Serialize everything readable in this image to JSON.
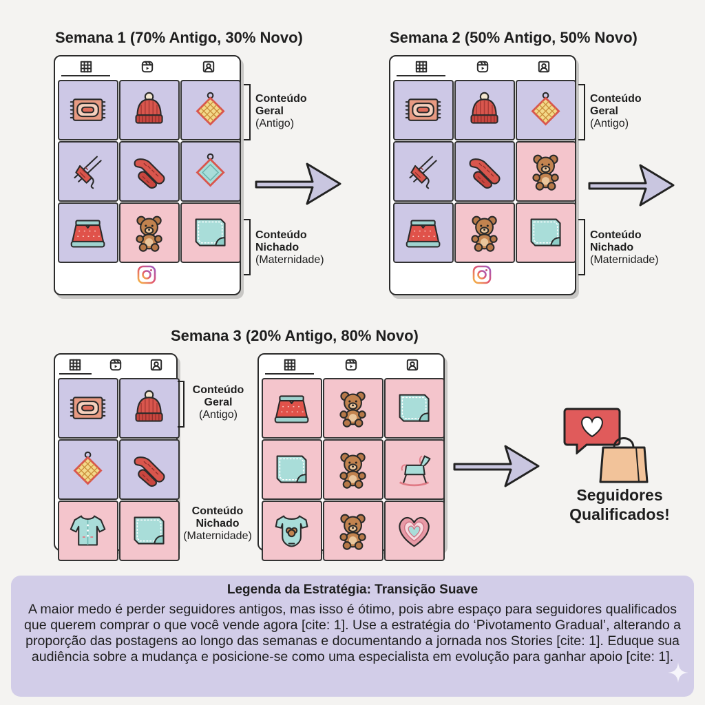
{
  "weeks": [
    {
      "title": "Semana 1 (70% Antigo, 30% Novo)"
    },
    {
      "title": "Semana 2 (50% Antigo, 50% Novo)"
    },
    {
      "title": "Semana 3 (20% Antigo, 80% Novo)"
    }
  ],
  "labels": {
    "general_line1": "Conteúdo",
    "general_line2": "Geral",
    "general_sub": "(Antigo)",
    "niche_line1": "Conteúdo",
    "niche_line2": "Nichado",
    "niche_sub": "(Maternidade)"
  },
  "phone_tabs": [
    "grid-icon",
    "reels-icon",
    "tagged-icon"
  ],
  "grids": {
    "w1": [
      {
        "item": "rug-icon",
        "tone": "old"
      },
      {
        "item": "beanie-icon",
        "tone": "old"
      },
      {
        "item": "potholder-icon",
        "tone": "old"
      },
      {
        "item": "knitting-needles-icon",
        "tone": "old"
      },
      {
        "item": "scarf-icon",
        "tone": "old"
      },
      {
        "item": "coaster-icon",
        "tone": "old"
      },
      {
        "item": "skirt-icon",
        "tone": "old"
      },
      {
        "item": "teddy-bear-icon",
        "tone": "new"
      },
      {
        "item": "baby-blanket-icon",
        "tone": "new"
      }
    ],
    "w2": [
      {
        "item": "rug-icon",
        "tone": "old"
      },
      {
        "item": "beanie-icon",
        "tone": "old"
      },
      {
        "item": "potholder-icon",
        "tone": "old"
      },
      {
        "item": "knitting-needles-icon",
        "tone": "old"
      },
      {
        "item": "scarf-icon",
        "tone": "old"
      },
      {
        "item": "teddy-bear-icon",
        "tone": "new"
      },
      {
        "item": "skirt-icon",
        "tone": "old"
      },
      {
        "item": "teddy-bear-icon",
        "tone": "new"
      },
      {
        "item": "baby-blanket-icon",
        "tone": "new"
      }
    ],
    "w3a": [
      {
        "item": "rug-icon",
        "tone": "old"
      },
      {
        "item": "beanie-icon",
        "tone": "old"
      },
      {
        "item": "potholder-icon",
        "tone": "old"
      },
      {
        "item": "scarf-icon",
        "tone": "old"
      },
      {
        "item": "baby-sweater-icon",
        "tone": "new"
      },
      {
        "item": "baby-blanket-icon",
        "tone": "new"
      }
    ],
    "w3b": [
      {
        "item": "skirt-icon",
        "tone": "new"
      },
      {
        "item": "teddy-bear-icon",
        "tone": "new"
      },
      {
        "item": "baby-blanket-icon",
        "tone": "new"
      },
      {
        "item": "baby-blanket-icon",
        "tone": "new"
      },
      {
        "item": "teddy-bear-icon",
        "tone": "new"
      },
      {
        "item": "rocking-horse-icon",
        "tone": "new"
      },
      {
        "item": "onesie-icon",
        "tone": "new"
      },
      {
        "item": "teddy-bear-icon",
        "tone": "new"
      },
      {
        "item": "heart-blanket-icon",
        "tone": "new"
      }
    ]
  },
  "colors": {
    "old_tile": "#cdc8e6",
    "new_tile": "#f4c5cc",
    "legend_bg": "#d2cde8"
  },
  "result": {
    "line1": "Seguidores",
    "line2": "Qualificados!",
    "icons": [
      "heart-message-icon",
      "shopping-bag-icon"
    ]
  },
  "legend": {
    "title": "Legenda da Estratégia: Transição Suave",
    "body": "A maior medo é perder seguidores antigos, mas isso é ótimo, pois abre espaço para seguidores qualificados que querem comprar o que você vende agora [cite: 1]. Use a estratégia do ‘Pivotamento Gradual’, alterando a proporção das postagens ao longo das semanas e documentando a jornada nos Stories [cite: 1]. Eduque sua audiência sobre a mudança e posicione-se como uma especialista em evolução para ganhar apoio [cite: 1]."
  }
}
